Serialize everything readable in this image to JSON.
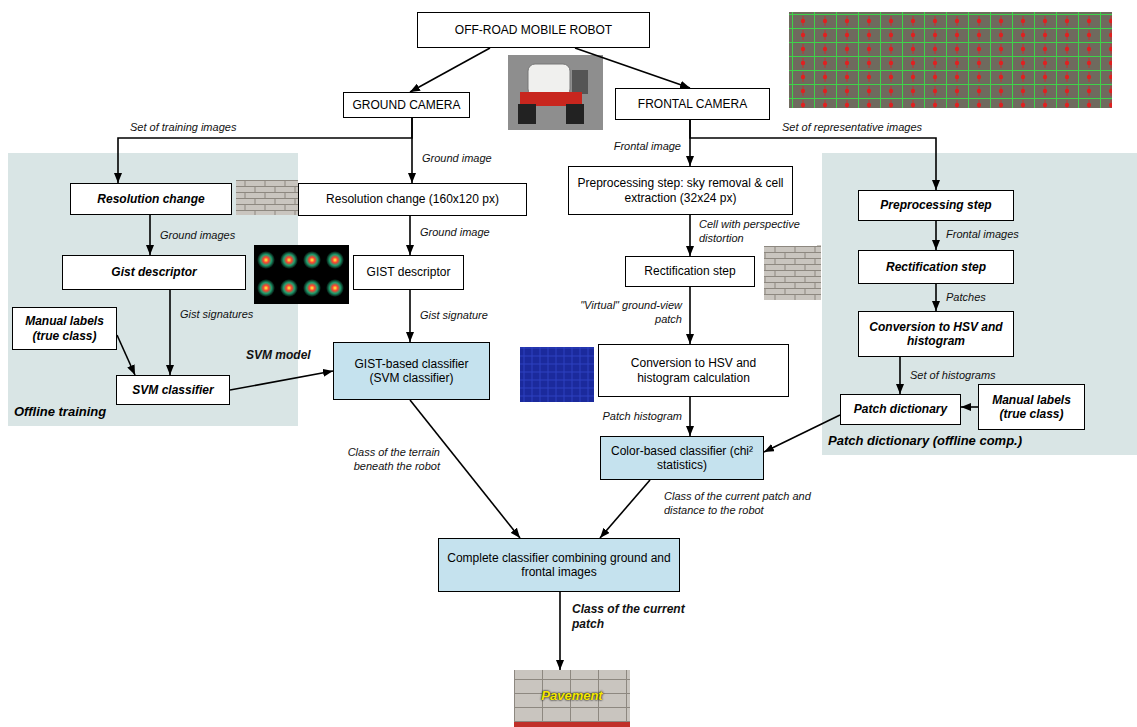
{
  "diagram": {
    "nodes": [
      {
        "text": [
          "OFF-ROAD MOBILE ROBOT"
        ]
      },
      {
        "text": [
          "GROUND CAMERA"
        ]
      },
      {
        "text": [
          "FRONTAL CAMERA"
        ]
      },
      {
        "text": [
          "Offline training"
        ]
      },
      {
        "text": [
          "Resolution change"
        ],
        "in": 3
      },
      {
        "text": [
          "Gist descriptor"
        ],
        "in": 3
      },
      {
        "text": [
          "Manual labels (true class)"
        ],
        "in": 3
      },
      {
        "text": [
          "SVM classifier"
        ],
        "in": 3
      },
      {
        "text": [
          "Resolution change (160x120 px)"
        ]
      },
      {
        "text": [
          "GIST descriptor"
        ]
      },
      {
        "text": [
          "GIST-based classifier (SVM classifier)"
        ]
      },
      {
        "text": [
          "Preprocessing step: sky removal & cell extraction (32x24 px)"
        ]
      },
      {
        "text": [
          "Rectification step"
        ]
      },
      {
        "text": [
          "Conversion to HSV and histogram calculation"
        ]
      },
      {
        "text": [
          "Color-based classifier (chi² statistics)"
        ]
      },
      {
        "text": [
          "Patch dictionary (offline comp.)"
        ]
      },
      {
        "text": [
          "Preprocessing step"
        ],
        "in": 15
      },
      {
        "text": [
          "Rectification step"
        ],
        "in": 15
      },
      {
        "text": [
          "Conversion to HSV and histogram"
        ],
        "in": 15
      },
      {
        "text": [
          "Patch dictionary"
        ],
        "in": 15
      },
      {
        "text": [
          "Manual labels (true class)"
        ],
        "in": 15
      },
      {
        "text": [
          "Complete classifier combining ground and frontal images"
        ]
      },
      {
        "text": [
          "Pavement"
        ]
      }
    ],
    "edges": [
      {
        "from": 0,
        "to": 1,
        "arrow": "to"
      },
      {
        "from": 0,
        "to": 2,
        "arrow": "to"
      },
      {
        "from": 1,
        "to": 4,
        "label": "Set of training images",
        "arrow": "to"
      },
      {
        "from": 1,
        "to": 8,
        "label": "Ground image",
        "arrow": "to"
      },
      {
        "from": 4,
        "to": 5,
        "label": "Ground images",
        "arrow": "to"
      },
      {
        "from": 5,
        "to": 7,
        "label": "Gist signatures",
        "arrow": "to"
      },
      {
        "from": 6,
        "to": 7,
        "arrow": "to"
      },
      {
        "from": 7,
        "to": 10,
        "label": "SVM model",
        "arrow": "to"
      },
      {
        "from": 8,
        "to": 9,
        "label": "Ground image",
        "arrow": "to"
      },
      {
        "from": 9,
        "to": 10,
        "label": "Gist signature",
        "arrow": "to"
      },
      {
        "from": 2,
        "to": 11,
        "label": "Frontal image",
        "arrow": "to"
      },
      {
        "from": 2,
        "to": 16,
        "label": "Set of representative images",
        "arrow": "to"
      },
      {
        "from": 11,
        "to": 12,
        "label": "Cell with perspective distortion",
        "arrow": "to"
      },
      {
        "from": 12,
        "to": 13,
        "label": "\"Virtual\" ground-view patch",
        "arrow": "to"
      },
      {
        "from": 13,
        "to": 14,
        "label": "Patch histogram",
        "arrow": "to"
      },
      {
        "from": 16,
        "to": 17,
        "label": "Frontal images",
        "arrow": "to"
      },
      {
        "from": 17,
        "to": 18,
        "label": "Patches",
        "arrow": "to"
      },
      {
        "from": 18,
        "to": 19,
        "label": "Set of histograms",
        "arrow": "to"
      },
      {
        "from": 20,
        "to": 19,
        "arrow": "to"
      },
      {
        "from": 19,
        "to": 14,
        "arrow": "to"
      },
      {
        "from": 10,
        "to": 21,
        "label": "Class of the terrain beneath the robot",
        "arrow": "to"
      },
      {
        "from": 14,
        "to": 21,
        "label": "Class of the current patch and distance to the robot",
        "arrow": "to"
      },
      {
        "from": 21,
        "to": 22,
        "label": "Class of the current patch",
        "arrow": "to"
      }
    ]
  }
}
